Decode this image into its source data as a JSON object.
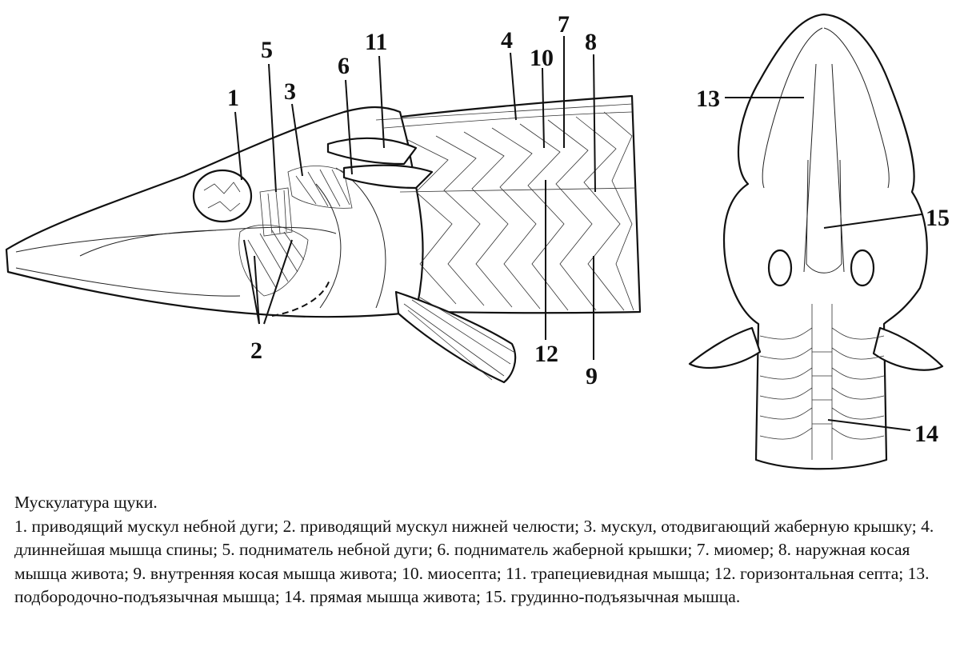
{
  "caption": {
    "title": "Мускулатура щуки.",
    "legend": "1. приводящий мускул небной дуги; 2. приводящий мускул нижней челюсти; 3. мускул, отодвигающий жаберную крышку; 4. длиннейшая мышца спины; 5. подниматель небной дуги; 6. подниматель жаберной крышки; 7. миомер; 8. наружная косая мышца живота; 9. внутренняя косая мышца живота; 10. миосепта; 11. трапециевидная мышца; 12. горизонтальная септа; 13. подбородочно-подъязычная мышца; 14. прямая мышца живота; 15. грудинно-подъязычная мышца."
  },
  "labels": {
    "n1": "1",
    "n2": "2",
    "n3": "3",
    "n4": "4",
    "n5": "5",
    "n6": "6",
    "n7": "7",
    "n8": "8",
    "n9": "9",
    "n10": "10",
    "n11": "11",
    "n12": "12",
    "n13": "13",
    "n14": "14",
    "n15": "15"
  }
}
